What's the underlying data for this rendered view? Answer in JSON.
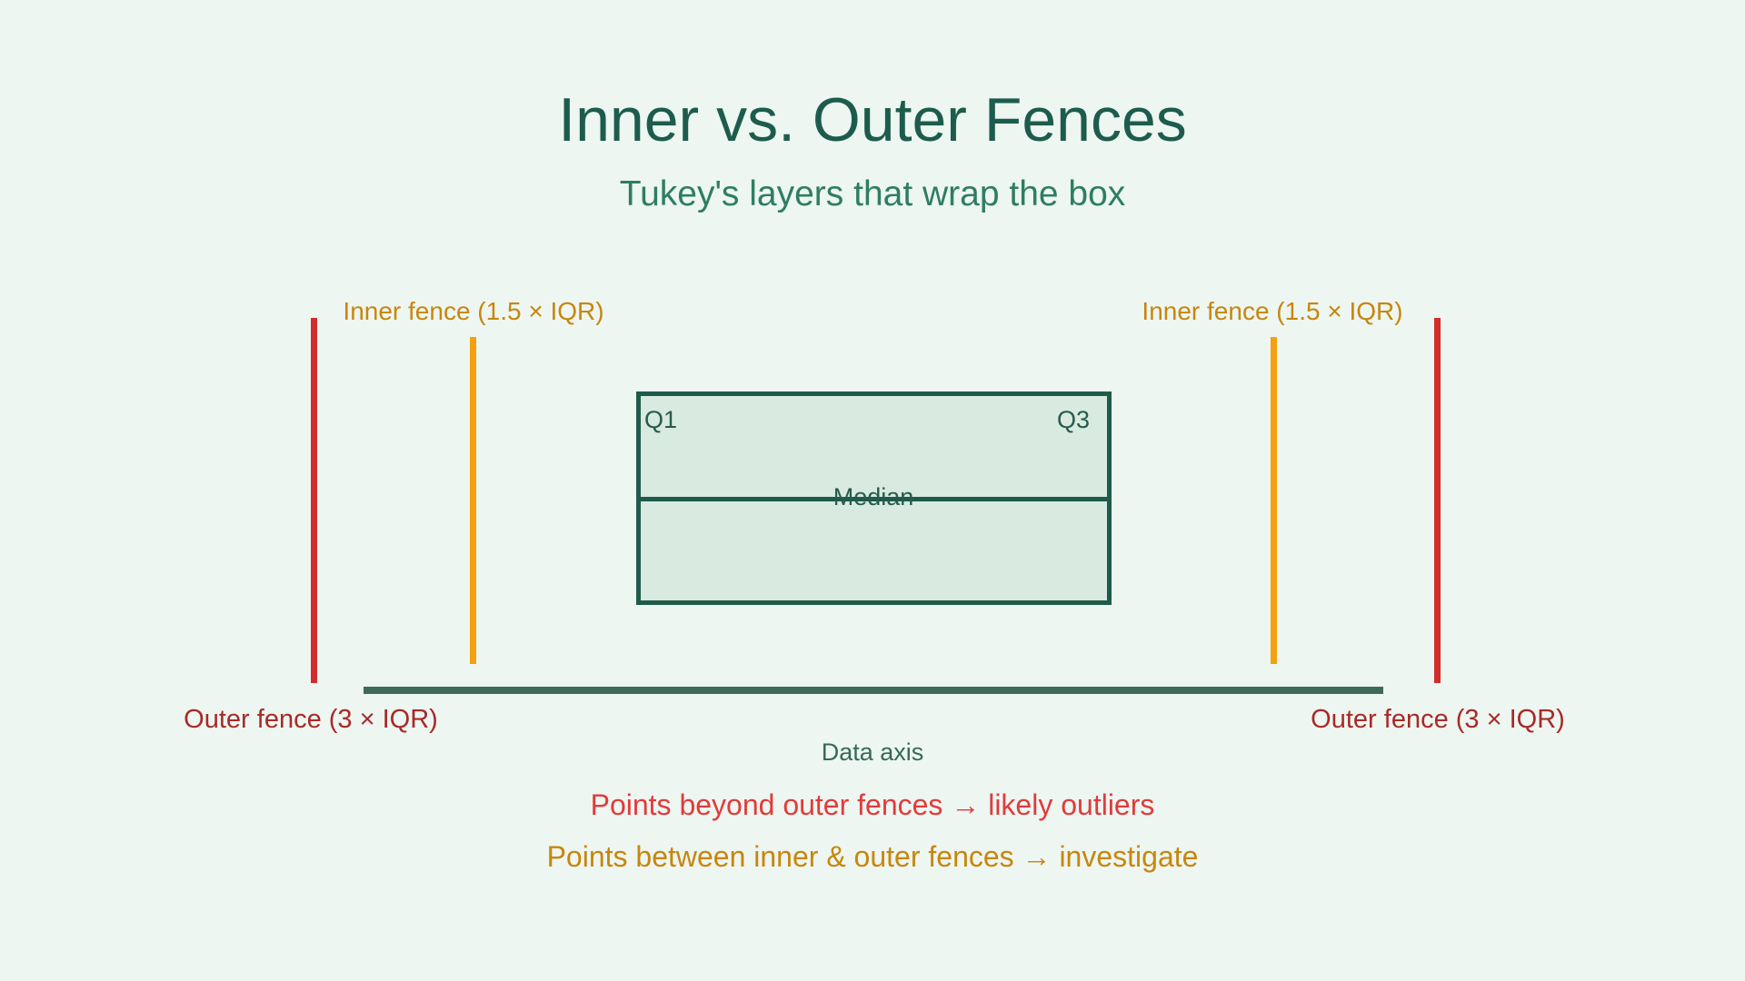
{
  "title": "Inner vs. Outer Fences",
  "subtitle": "Tukey's layers that wrap the box",
  "fences": {
    "inner_left_label": "Inner fence (1.5 × IQR)",
    "inner_right_label": "Inner fence (1.5 × IQR)",
    "outer_left_label": "Outer fence (3 × IQR)",
    "outer_right_label": "Outer fence (3 × IQR)"
  },
  "box": {
    "q1_label": "Q1",
    "q3_label": "Q3",
    "median_label": "Median"
  },
  "axis": {
    "label": "Data axis"
  },
  "notes": {
    "outer": "Points beyond outer fences → likely outliers",
    "inner": "Points between inner & outer fences → investigate"
  },
  "colors": {
    "background": "#edf6f1",
    "title_text": "#1d5c4d",
    "subtitle_text": "#2e7d64",
    "inner_fence_line": "#f5a00f",
    "inner_fence_text": "#c8860d",
    "outer_fence_line": "#d32c2c",
    "outer_fence_text": "#a82a27",
    "box_border": "#1e5b4b",
    "box_fill": "#d9eae1",
    "box_text": "#265b4d",
    "axis_line": "#3e6b59",
    "axis_text": "#35695a",
    "note_outer_text": "#e23b3b",
    "note_inner_text": "#c8860d"
  }
}
